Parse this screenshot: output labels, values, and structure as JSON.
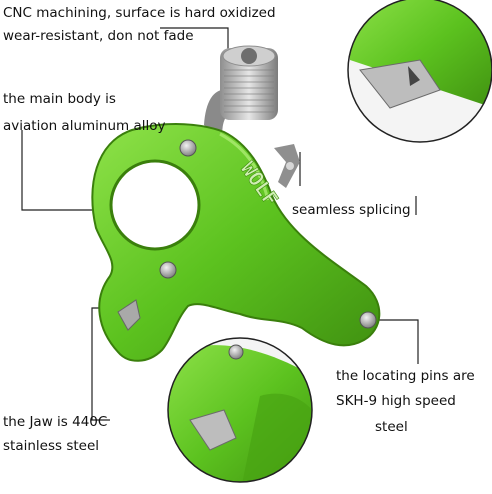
{
  "callouts": {
    "cnc_line1": "CNC machining, surface is hard oxidized",
    "cnc_line2": "wear-resistant, don not fade",
    "body_line1": "the main body is",
    "body_line2": "aviation aluminum alloy",
    "seam": "seamless splicing",
    "pins_line1": "the locating pins are",
    "pins_line2": "SKH-9 high speed",
    "pins_line3": "steel",
    "jaw_line1": "the Jaw is 440C",
    "jaw_line2": "stainless steel"
  },
  "engraving": "WOLF",
  "colors": {
    "body_green": "#5cc21f",
    "body_dark": "#3f8f10",
    "steel": "#b9b9b9",
    "line": "#222222"
  },
  "icons": {
    "main": "archery-release-aid-photo",
    "zoom_top": "jaw-pivot-closeup",
    "zoom_bottom": "jaw-hook-closeup"
  }
}
